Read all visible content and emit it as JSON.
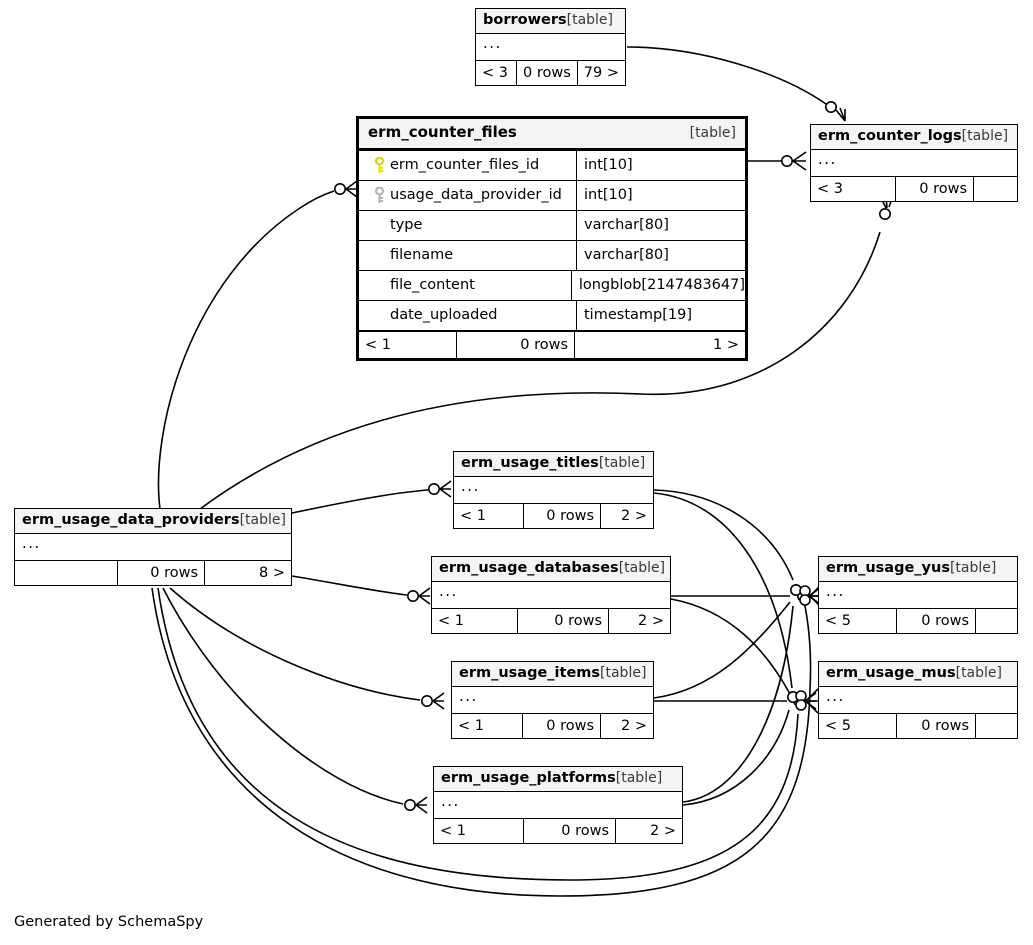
{
  "diagram": {
    "generator_note": "Generated by SchemaSpy",
    "table_tag": "[table]",
    "ellipsis": "...",
    "colors": {
      "background": "#ffffff",
      "line": "#000000",
      "title_bar": "#f4f4f4",
      "primary_key": "#e8e000",
      "foreign_key": "#b3b3b3"
    }
  },
  "tables": [
    {
      "id": "borrowers",
      "name": "borrowers",
      "tag": "[table]",
      "body": "...",
      "footer": [
        "< 3",
        "0 rows",
        "79 >"
      ]
    },
    {
      "id": "erm_counter_files",
      "name": "erm_counter_files",
      "tag": "[table]",
      "columns": [
        {
          "key": "primary",
          "name": "erm_counter_files_id",
          "type": "int[10]"
        },
        {
          "key": "foreign",
          "name": "usage_data_provider_id",
          "type": "int[10]"
        },
        {
          "key": "none",
          "name": "type",
          "type": "varchar[80]"
        },
        {
          "key": "none",
          "name": "filename",
          "type": "varchar[80]"
        },
        {
          "key": "none",
          "name": "file_content",
          "type": "longblob[2147483647]"
        },
        {
          "key": "none",
          "name": "date_uploaded",
          "type": "timestamp[19]"
        }
      ],
      "footer": [
        "< 1",
        "0 rows",
        "1 >"
      ]
    },
    {
      "id": "erm_counter_logs",
      "name": "erm_counter_logs",
      "tag": "[table]",
      "body": "...",
      "footer": [
        "< 3",
        "0 rows",
        ""
      ]
    },
    {
      "id": "erm_usage_data_providers",
      "name": "erm_usage_data_providers",
      "tag": "[table]",
      "body": "...",
      "footer": [
        "",
        "0 rows",
        "8 >"
      ]
    },
    {
      "id": "erm_usage_titles",
      "name": "erm_usage_titles",
      "tag": "[table]",
      "body": "...",
      "footer": [
        "< 1",
        "0 rows",
        "2 >"
      ]
    },
    {
      "id": "erm_usage_databases",
      "name": "erm_usage_databases",
      "tag": "[table]",
      "body": "...",
      "footer": [
        "< 1",
        "0 rows",
        "2 >"
      ]
    },
    {
      "id": "erm_usage_items",
      "name": "erm_usage_items",
      "tag": "[table]",
      "body": "...",
      "footer": [
        "< 1",
        "0 rows",
        "2 >"
      ]
    },
    {
      "id": "erm_usage_platforms",
      "name": "erm_usage_platforms",
      "tag": "[table]",
      "body": "...",
      "footer": [
        "< 1",
        "0 rows",
        "2 >"
      ]
    },
    {
      "id": "erm_usage_yus",
      "name": "erm_usage_yus",
      "tag": "[table]",
      "body": "...",
      "footer": [
        "< 5",
        "0 rows",
        ""
      ]
    },
    {
      "id": "erm_usage_mus",
      "name": "erm_usage_mus",
      "tag": "[table]",
      "body": "...",
      "footer": [
        "< 5",
        "0 rows",
        ""
      ]
    }
  ],
  "relationships": [
    {
      "from": "borrowers",
      "to": "erm_counter_logs"
    },
    {
      "from": "erm_counter_files",
      "to": "erm_counter_logs"
    },
    {
      "from": "erm_usage_data_providers",
      "to": "erm_counter_files"
    },
    {
      "from": "erm_usage_data_providers",
      "to": "erm_counter_logs"
    },
    {
      "from": "erm_usage_data_providers",
      "to": "erm_usage_titles"
    },
    {
      "from": "erm_usage_data_providers",
      "to": "erm_usage_databases"
    },
    {
      "from": "erm_usage_data_providers",
      "to": "erm_usage_items"
    },
    {
      "from": "erm_usage_data_providers",
      "to": "erm_usage_platforms"
    },
    {
      "from": "erm_usage_data_providers",
      "to": "erm_usage_yus"
    },
    {
      "from": "erm_usage_data_providers",
      "to": "erm_usage_mus"
    },
    {
      "from": "erm_usage_titles",
      "to": "erm_usage_yus"
    },
    {
      "from": "erm_usage_titles",
      "to": "erm_usage_mus"
    },
    {
      "from": "erm_usage_databases",
      "to": "erm_usage_yus"
    },
    {
      "from": "erm_usage_databases",
      "to": "erm_usage_mus"
    },
    {
      "from": "erm_usage_items",
      "to": "erm_usage_yus"
    },
    {
      "from": "erm_usage_items",
      "to": "erm_usage_mus"
    },
    {
      "from": "erm_usage_platforms",
      "to": "erm_usage_yus"
    },
    {
      "from": "erm_usage_platforms",
      "to": "erm_usage_mus"
    }
  ]
}
